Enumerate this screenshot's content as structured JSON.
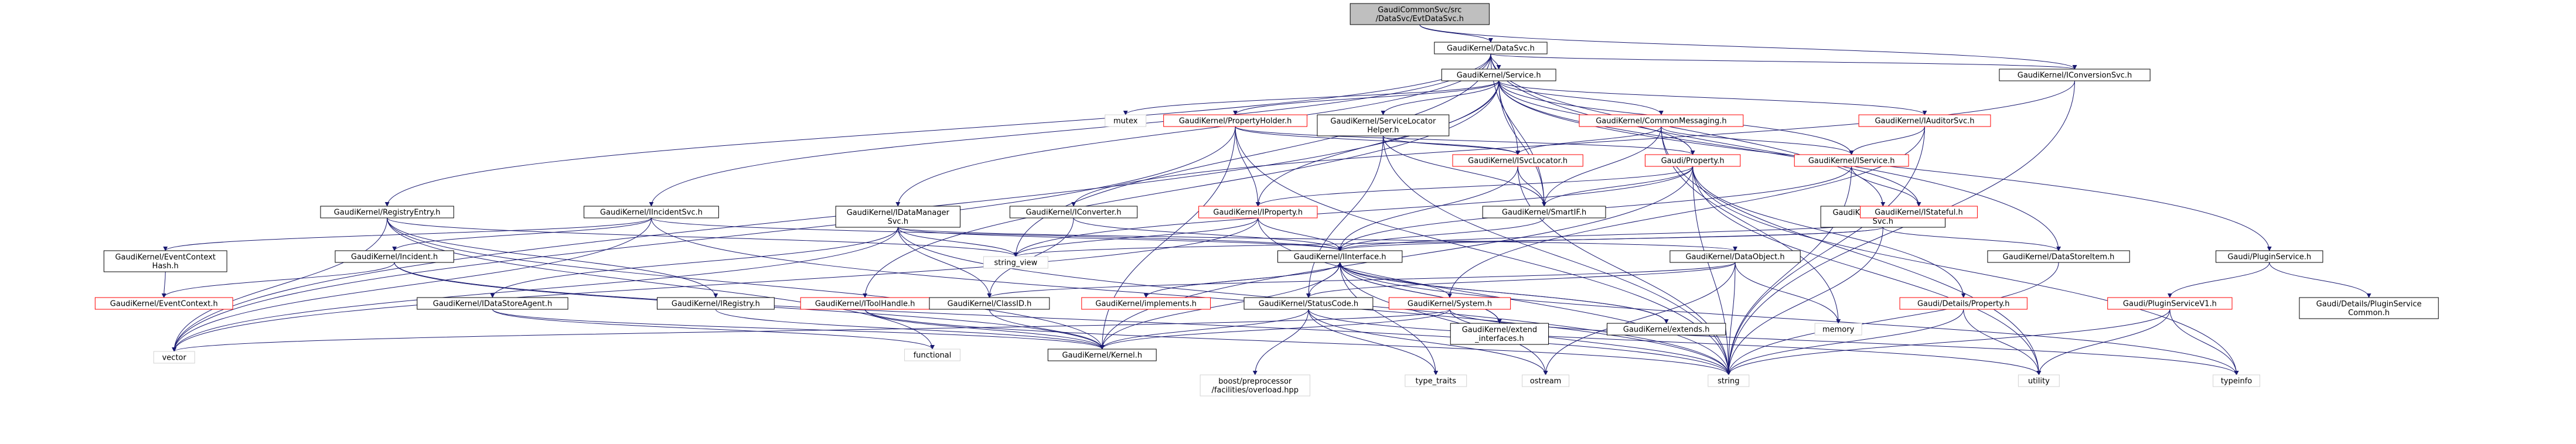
{
  "nodes": {
    "root": {
      "label": "GaudiCommonSvc/src\n/DataSvc/EvtDataSvc.h",
      "style": "root"
    },
    "datasvc": {
      "label": "GaudiKernel/DataSvc.h",
      "style": "node"
    },
    "service": {
      "label": "GaudiKernel/Service.h",
      "style": "node"
    },
    "iconversionsvc": {
      "label": "GaudiKernel/IConversionSvc.h",
      "style": "node"
    },
    "iregistry_entry": {
      "label": "GaudiKernel/RegistryEntry.h",
      "style": "node"
    },
    "iincidentsvc": {
      "label": "GaudiKernel/IIncidentSvc.h",
      "style": "node"
    },
    "idatamanagersvc": {
      "label": "GaudiKernel/IDataManager\nSvc.h",
      "style": "node"
    },
    "mutex": {
      "label": "mutex",
      "style": "sys"
    },
    "propertyholder": {
      "label": "GaudiKernel/PropertyHolder.h",
      "style": "red"
    },
    "servicelocatorhelper": {
      "label": "GaudiKernel/ServiceLocator\nHelper.h",
      "style": "node"
    },
    "commonmessaging": {
      "label": "GaudiKernel/CommonMessaging.h",
      "style": "red"
    },
    "iauditorsvc": {
      "label": "GaudiKernel/IAuditorSvc.h",
      "style": "red"
    },
    "idataprovidersvc": {
      "label": "GaudiKernel/IDataProvider\nSvc.h",
      "style": "node"
    },
    "iconverter": {
      "label": "GaudiKernel/IConverter.h",
      "style": "node"
    },
    "iproperty": {
      "label": "GaudiKernel/IProperty.h",
      "style": "red"
    },
    "isvclocator": {
      "label": "GaudiKernel/ISvcLocator.h",
      "style": "red"
    },
    "property": {
      "label": "Gaudi/Property.h",
      "style": "red"
    },
    "iservice": {
      "label": "GaudiKernel/IService.h",
      "style": "red"
    },
    "smartif": {
      "label": "GaudiKernel/SmartIF.h",
      "style": "node"
    },
    "istateful": {
      "label": "GaudiKernel/IStateful.h",
      "style": "red"
    },
    "pluginservice": {
      "label": "Gaudi/PluginService.h",
      "style": "node"
    },
    "eventcontexthash": {
      "label": "GaudiKernel/EventContext\nHash.h",
      "style": "node"
    },
    "iincident": {
      "label": "GaudiKernel/Incident.h",
      "style": "node"
    },
    "eventcontext": {
      "label": "GaudiKernel/EventContext.h",
      "style": "red"
    },
    "string_view": {
      "label": "string_view",
      "style": "sys"
    },
    "idatastoreagent": {
      "label": "GaudiKernel/IDataStoreAgent.h",
      "style": "node"
    },
    "iregistry": {
      "label": "GaudiKernel/IRegistry.h",
      "style": "node"
    },
    "itoolhandle": {
      "label": "GaudiKernel/IToolHandle.h",
      "style": "red"
    },
    "classid": {
      "label": "GaudiKernel/ClassID.h",
      "style": "node"
    },
    "iinterface": {
      "label": "GaudiKernel/IInterface.h",
      "style": "node"
    },
    "dataobject": {
      "label": "GaudiKernel/DataObject.h",
      "style": "node"
    },
    "datastoreitem": {
      "label": "GaudiKernel/DataStoreItem.h",
      "style": "node"
    },
    "statuscode": {
      "label": "GaudiKernel/StatusCode.h",
      "style": "node"
    },
    "system": {
      "label": "GaudiKernel/System.h",
      "style": "red"
    },
    "implements": {
      "label": "GaudiKernel/implements.h",
      "style": "red"
    },
    "extend_interfaces": {
      "label": "GaudiKernel/extend\n_interfaces.h",
      "style": "node"
    },
    "extends": {
      "label": "GaudiKernel/extends.h",
      "style": "node"
    },
    "memory": {
      "label": "memory",
      "style": "sys"
    },
    "details_property": {
      "label": "Gaudi/Details/Property.h",
      "style": "red"
    },
    "pluginservicev1": {
      "label": "Gaudi/PluginServiceV1.h",
      "style": "red"
    },
    "pluginservicecommon": {
      "label": "Gaudi/Details/PluginService\nCommon.h",
      "style": "node"
    },
    "functional": {
      "label": "functional",
      "style": "sys"
    },
    "kernel": {
      "label": "GaudiKernel/Kernel.h",
      "style": "node"
    },
    "vector": {
      "label": "vector",
      "style": "sys"
    },
    "boost_overload": {
      "label": "boost/preprocessor\n/facilities/overload.hpp",
      "style": "gray"
    },
    "type_traits": {
      "label": "type_traits",
      "style": "sys"
    },
    "ostream": {
      "label": "ostream",
      "style": "sys"
    },
    "string": {
      "label": "string",
      "style": "sys"
    },
    "utility": {
      "label": "utility",
      "style": "sys"
    },
    "typeinfo": {
      "label": "typeinfo",
      "style": "sys"
    }
  },
  "edges": [
    [
      "root",
      "datasvc"
    ],
    [
      "root",
      "iconversionsvc"
    ],
    [
      "datasvc",
      "service"
    ],
    [
      "datasvc",
      "iconversionsvc"
    ],
    [
      "datasvc",
      "iregistry_entry"
    ],
    [
      "datasvc",
      "iincidentsvc"
    ],
    [
      "datasvc",
      "idatamanagersvc"
    ],
    [
      "datasvc",
      "idataprovidersvc"
    ],
    [
      "datasvc",
      "datastoreitem"
    ],
    [
      "datasvc",
      "smartif"
    ],
    [
      "datasvc",
      "string_view"
    ],
    [
      "service",
      "mutex"
    ],
    [
      "service",
      "propertyholder"
    ],
    [
      "service",
      "servicelocatorhelper"
    ],
    [
      "service",
      "commonmessaging"
    ],
    [
      "service",
      "iauditorsvc"
    ],
    [
      "service",
      "iproperty"
    ],
    [
      "service",
      "isvclocator"
    ],
    [
      "service",
      "property"
    ],
    [
      "service",
      "iservice"
    ],
    [
      "service",
      "smartif"
    ],
    [
      "service",
      "istateful"
    ],
    [
      "service",
      "pluginservice"
    ],
    [
      "service",
      "itoolhandle"
    ],
    [
      "service",
      "vector"
    ],
    [
      "iconversionsvc",
      "iconverter"
    ],
    [
      "iconversionsvc",
      "string"
    ],
    [
      "propertyholder",
      "iproperty"
    ],
    [
      "propertyholder",
      "isvclocator"
    ],
    [
      "propertyholder",
      "property"
    ],
    [
      "propertyholder",
      "kernel"
    ],
    [
      "propertyholder",
      "string"
    ],
    [
      "propertyholder",
      "vector"
    ],
    [
      "servicelocatorhelper",
      "isvclocator"
    ],
    [
      "servicelocatorhelper",
      "smartif"
    ],
    [
      "servicelocatorhelper",
      "string"
    ],
    [
      "servicelocatorhelper",
      "statuscode"
    ],
    [
      "commonmessaging",
      "iservice"
    ],
    [
      "commonmessaging",
      "isvclocator"
    ],
    [
      "commonmessaging",
      "smartif"
    ],
    [
      "commonmessaging",
      "memory"
    ],
    [
      "commonmessaging",
      "utility"
    ],
    [
      "iauditorsvc",
      "iservice"
    ],
    [
      "iauditorsvc",
      "string"
    ],
    [
      "iauditorsvc",
      "system"
    ],
    [
      "iproperty",
      "iinterface"
    ],
    [
      "iproperty",
      "string_view"
    ],
    [
      "iproperty",
      "string"
    ],
    [
      "iproperty",
      "vector"
    ],
    [
      "isvclocator",
      "iinterface"
    ],
    [
      "isvclocator",
      "smartif"
    ],
    [
      "isvclocator",
      "string"
    ],
    [
      "property",
      "iproperty"
    ],
    [
      "property",
      "smartif"
    ],
    [
      "property",
      "details_property"
    ],
    [
      "property",
      "string_view"
    ],
    [
      "property",
      "typeinfo"
    ],
    [
      "property",
      "utility"
    ],
    [
      "property",
      "kernel"
    ],
    [
      "property",
      "string"
    ],
    [
      "iservice",
      "iinterface"
    ],
    [
      "iservice",
      "istateful"
    ],
    [
      "iservice",
      "string"
    ],
    [
      "smartif",
      "iinterface"
    ],
    [
      "istateful",
      "iinterface"
    ],
    [
      "iconverter",
      "iinterface"
    ],
    [
      "iconverter",
      "classid"
    ],
    [
      "iregistry_entry",
      "iregistry"
    ],
    [
      "iregistry_entry",
      "kernel"
    ],
    [
      "iregistry_entry",
      "vector"
    ],
    [
      "iregistry_entry",
      "string_view"
    ],
    [
      "iregistry_entry",
      "functional"
    ],
    [
      "iincidentsvc",
      "iincident"
    ],
    [
      "iincidentsvc",
      "eventcontexthash"
    ],
    [
      "iincidentsvc",
      "iinterface"
    ],
    [
      "iincidentsvc",
      "string"
    ],
    [
      "iincidentsvc",
      "vector"
    ],
    [
      "iincident",
      "eventcontext"
    ],
    [
      "iincident",
      "kernel"
    ],
    [
      "iincident",
      "string"
    ],
    [
      "eventcontexthash",
      "eventcontext"
    ],
    [
      "idatamanagersvc",
      "idatastoreagent"
    ],
    [
      "idatamanagersvc",
      "iinterface"
    ],
    [
      "idatamanagersvc",
      "classid"
    ],
    [
      "idatamanagersvc",
      "string"
    ],
    [
      "idatamanagersvc",
      "string_view"
    ],
    [
      "idatamanagersvc",
      "vector"
    ],
    [
      "idatamanagersvc",
      "dataobject"
    ],
    [
      "idatastoreagent",
      "kernel"
    ],
    [
      "idatastoreagent",
      "functional"
    ],
    [
      "iregistry",
      "kernel"
    ],
    [
      "idataprovidersvc",
      "iinterface"
    ],
    [
      "idataprovidersvc",
      "datastoreitem"
    ],
    [
      "idataprovidersvc",
      "string"
    ],
    [
      "idataprovidersvc",
      "string_view"
    ],
    [
      "itoolhandle",
      "kernel"
    ],
    [
      "itoolhandle",
      "string"
    ],
    [
      "classid",
      "kernel"
    ],
    [
      "iinterface",
      "kernel"
    ],
    [
      "iinterface",
      "statuscode"
    ],
    [
      "iinterface",
      "system"
    ],
    [
      "iinterface",
      "implements"
    ],
    [
      "iinterface",
      "extend_interfaces"
    ],
    [
      "iinterface",
      "extends"
    ],
    [
      "iinterface",
      "ostream"
    ],
    [
      "iinterface",
      "type_traits"
    ],
    [
      "iinterface",
      "typeinfo"
    ],
    [
      "dataobject",
      "classid"
    ],
    [
      "dataobject",
      "statuscode"
    ],
    [
      "dataobject",
      "memory"
    ],
    [
      "dataobject",
      "ostream"
    ],
    [
      "dataobject",
      "string"
    ],
    [
      "datastoreitem",
      "string"
    ],
    [
      "statuscode",
      "kernel"
    ],
    [
      "statuscode",
      "boost_overload"
    ],
    [
      "statuscode",
      "type_traits"
    ],
    [
      "statuscode",
      "ostream"
    ],
    [
      "statuscode",
      "utility"
    ],
    [
      "system",
      "kernel"
    ],
    [
      "system",
      "string"
    ],
    [
      "system",
      "vector"
    ],
    [
      "system",
      "typeinfo"
    ],
    [
      "implements",
      "iinterface"
    ],
    [
      "extend_interfaces",
      "iinterface"
    ],
    [
      "extends",
      "iinterface"
    ],
    [
      "details_property",
      "string"
    ],
    [
      "details_property",
      "utility"
    ],
    [
      "pluginservice",
      "pluginservicev1"
    ],
    [
      "pluginservice",
      "pluginservicecommon"
    ],
    [
      "pluginservicev1",
      "string"
    ],
    [
      "pluginservicev1",
      "typeinfo"
    ],
    [
      "pluginservicev1",
      "utility"
    ]
  ],
  "styles": {
    "root": {
      "fill": "#bfbfbf",
      "stroke": "#000000",
      "text": "#000000"
    },
    "node": {
      "fill": "#ffffff",
      "stroke": "#000000",
      "text": "#000000"
    },
    "red": {
      "fill": "#ffffff",
      "stroke": "#ff0000",
      "text": "#000000"
    },
    "sys": {
      "fill": "#ffffff",
      "stroke": "#d3d3d3",
      "text": "#000000"
    },
    "gray": {
      "fill": "#ffffff",
      "stroke": "#d3d3d3",
      "text": "#555555"
    }
  },
  "edge_color": "#191970"
}
